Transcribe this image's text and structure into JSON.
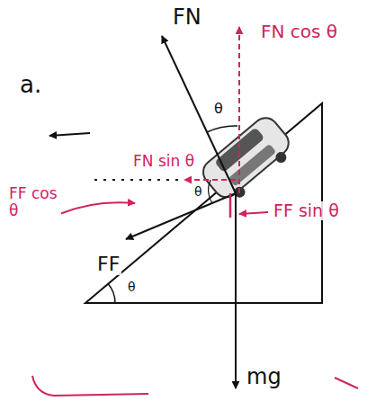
{
  "diagram": {
    "labels": [
      "FN",
      "FN cos θ",
      "θ",
      "a.",
      "FN sin θ",
      "θ",
      "FF cos θ",
      "FF",
      "FF sin θ",
      "θ",
      "mg"
    ]
  }
}
